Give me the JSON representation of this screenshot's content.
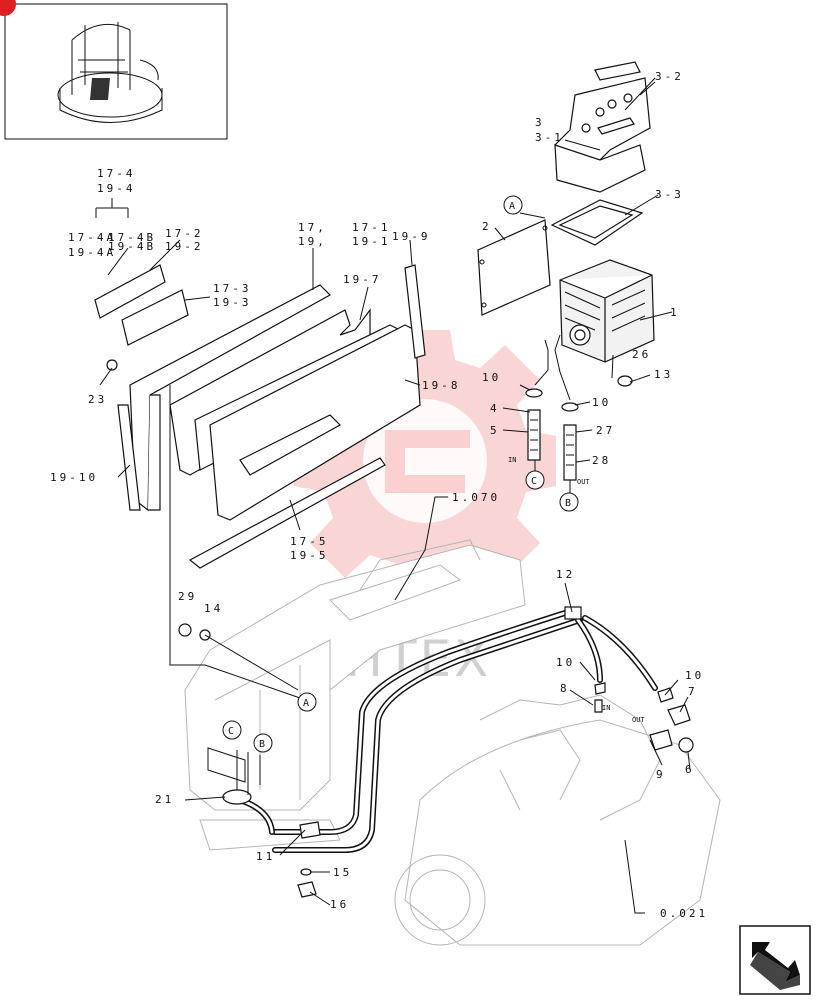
{
  "watermark": {
    "text": "ИНТЕХ",
    "color": "#e84040"
  },
  "callouts": {
    "A": "A",
    "B": "B",
    "C": "C"
  },
  "port_labels": {
    "in_left": "IN",
    "out_left": "OUT",
    "in_right": "IN",
    "out_right": "OUT"
  },
  "labels": {
    "l_3_2": "3-2",
    "l_3": "3",
    "l_3_1": "3-1",
    "l_3_3": "3-3",
    "l_2": "2",
    "l_1": "1",
    "l_26": "26",
    "l_13": "13",
    "l_10a": "10",
    "l_10b": "10",
    "l_4": "4",
    "l_5": "5",
    "l_27": "27",
    "l_28": "28",
    "l_17_4": "17-4",
    "l_19_4": "19-4",
    "l_17_4a": "17-4A",
    "l_19_4a": "19-4A",
    "l_17_4b": "17-4B",
    "l_19_4b": "19-4B",
    "l_17_2": "17-2",
    "l_19_2": "19-2",
    "l_17_3": "17-3",
    "l_19_3": "19-3",
    "l_17": "17,",
    "l_17_1": "17-1",
    "l_19": "19,",
    "l_19_1": "19-1",
    "l_19_9": "19-9",
    "l_19_7": "19-7",
    "l_19_8": "19-8",
    "l_23": "23",
    "l_19_10": "19-10",
    "l_17_5": "17-5",
    "l_19_5": "19-5",
    "l_1_070": "1.070",
    "l_29": "29",
    "l_14": "14",
    "l_12": "12",
    "l_10c": "10",
    "l_10d": "10",
    "l_8": "8",
    "l_7": "7",
    "l_9": "9",
    "l_6": "6",
    "l_21": "21",
    "l_11": "11",
    "l_15": "15",
    "l_16": "16",
    "l_0_021": "0.021"
  },
  "icons": {
    "thumbnail": "machine-thumbnail-icon",
    "nav": "next-page-arrow-icon"
  }
}
